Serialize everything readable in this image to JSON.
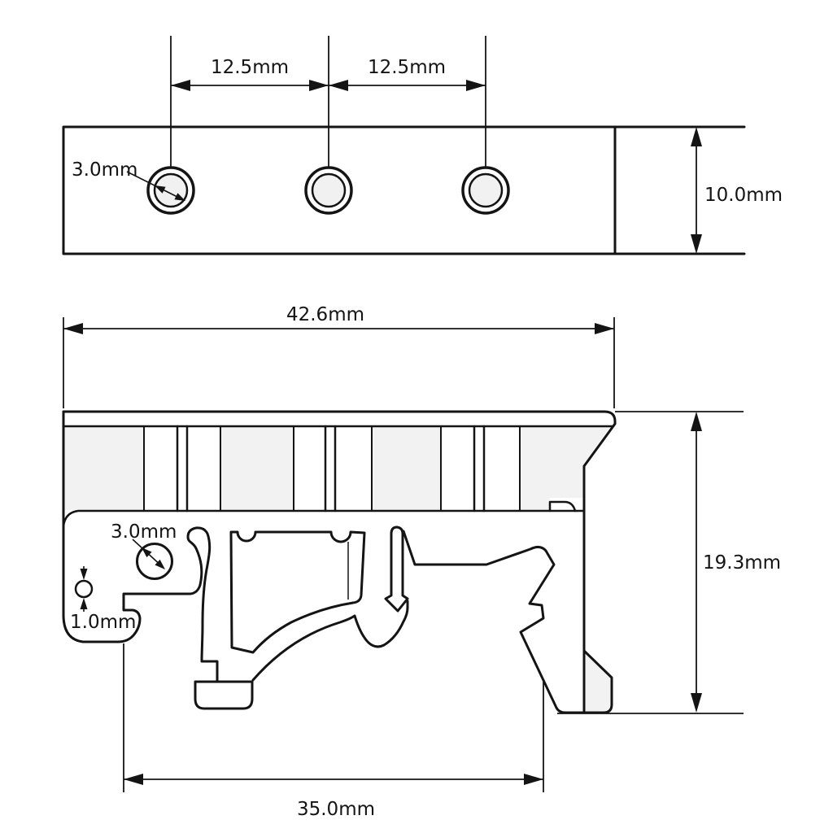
{
  "drawing": {
    "type": "technical-drawing",
    "views": [
      "top-view",
      "side-section-view"
    ],
    "colors": {
      "background": "#ffffff",
      "line": "#141414",
      "light_fill": "#f2f2f2",
      "hole_fill": "#f1f1f1"
    },
    "top_view": {
      "labels": {
        "hole_pitch_left": "12.5mm",
        "hole_pitch_right": "12.5mm",
        "hole_diameter": "3.0mm",
        "bar_height": "10.0mm"
      },
      "hole_count": 3
    },
    "side_view": {
      "labels": {
        "overall_width": "42.6mm",
        "overall_height": "19.3mm",
        "base_width": "35.0mm",
        "hole_diameter": "3.0mm",
        "small_slot": "1.0mm"
      }
    }
  }
}
